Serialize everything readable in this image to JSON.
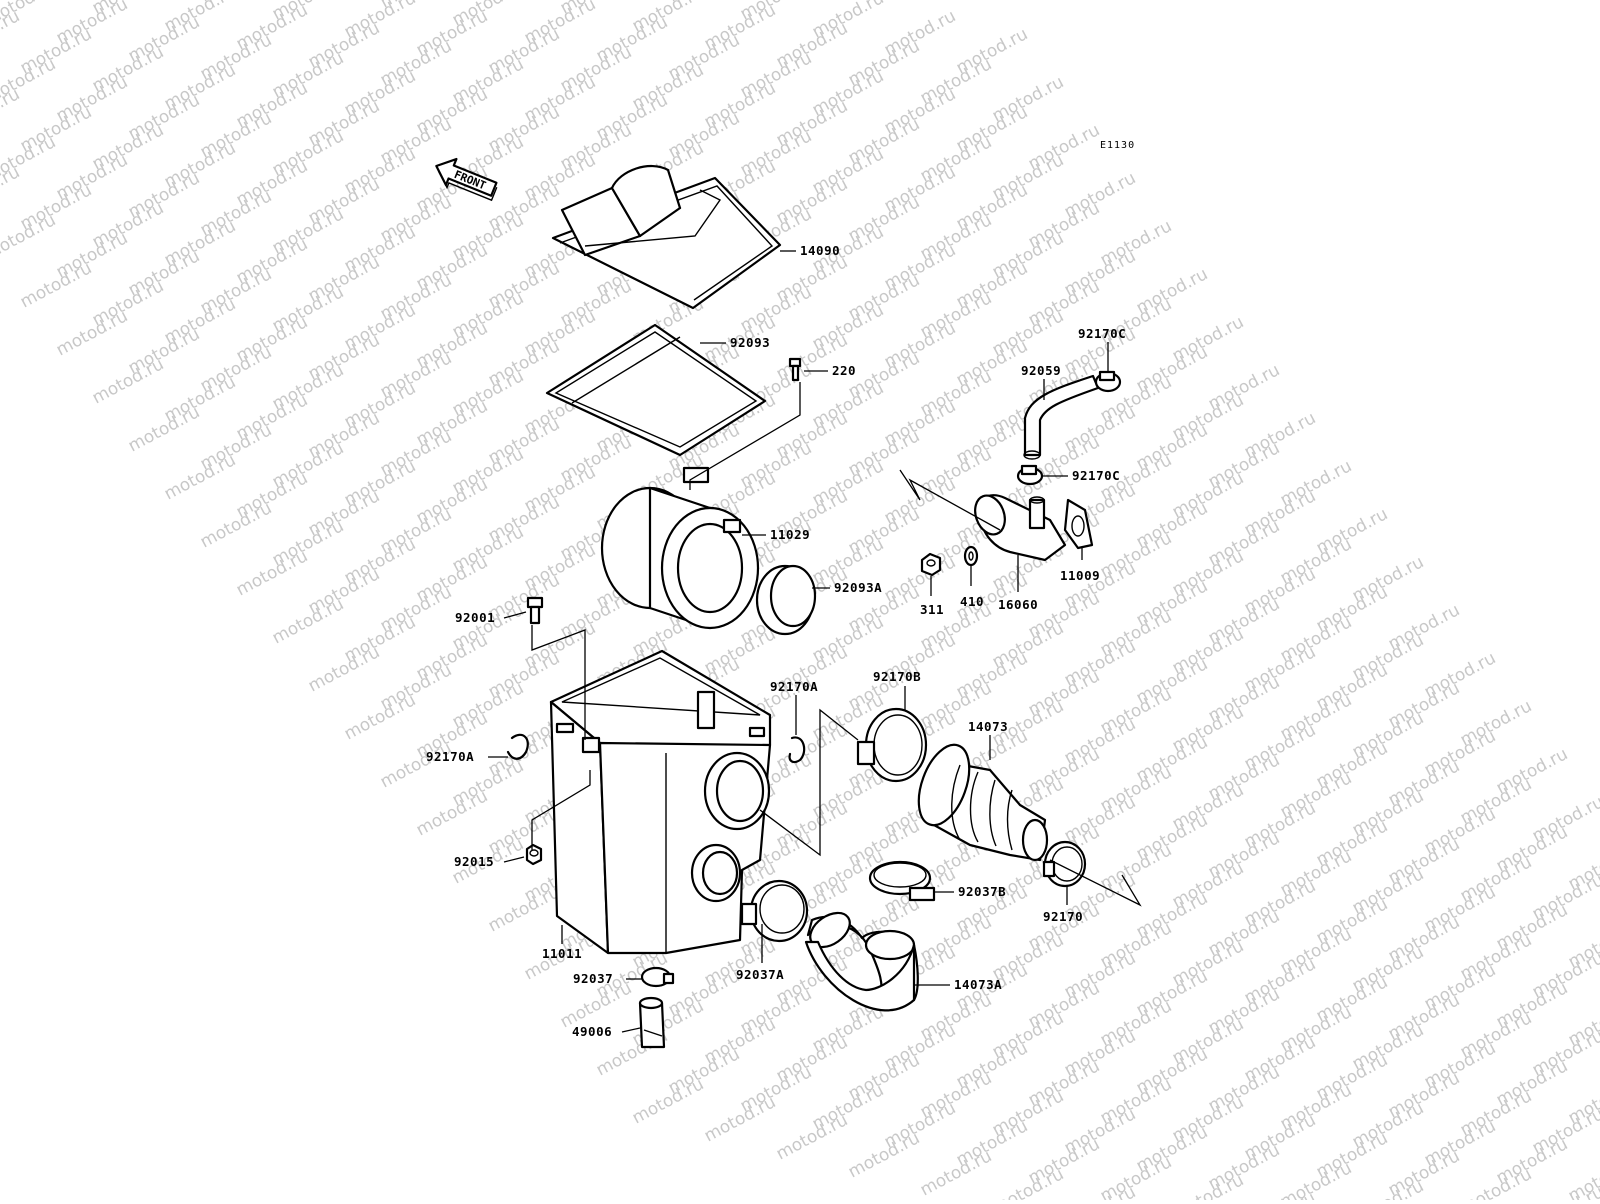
{
  "diagram": {
    "code": "E1130",
    "watermark": "motod.ru",
    "front_label": "FRONT",
    "callouts": [
      "14090",
      "92093",
      "220",
      "11029",
      "92093A",
      "92001",
      "92170A",
      "92170A",
      "92015",
      "11011",
      "92037",
      "49006",
      "92037A",
      "14073A",
      "92037B",
      "92170",
      "14073",
      "92170B",
      "92170C",
      "92059",
      "92170C",
      "11009",
      "16060",
      "410",
      "311"
    ]
  }
}
